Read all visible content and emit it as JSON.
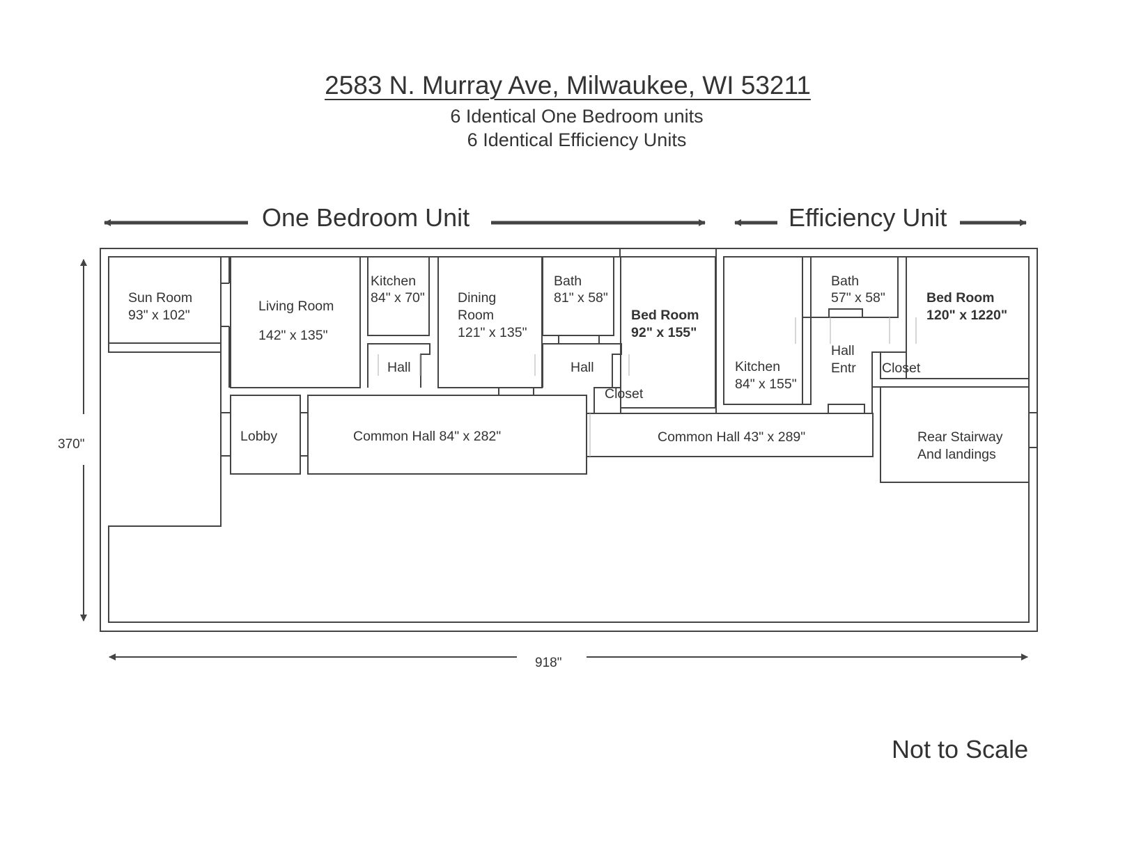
{
  "header": {
    "address": "2583 N. Murray Ave, Milwaukee, WI  53211",
    "line1": "6 Identical One Bedroom units",
    "line2": "6 Identical Efficiency Units"
  },
  "sections": {
    "one_bedroom": "One Bedroom Unit",
    "efficiency": "Efficiency Unit"
  },
  "dimensions": {
    "height": "370\"",
    "width": "918\""
  },
  "rooms": {
    "sun_room": {
      "name": "Sun Room",
      "size": "93\" x 102\""
    },
    "living_room": {
      "name": "Living Room",
      "size": "142\" x 135\""
    },
    "kitchen_1": {
      "name": "Kitchen",
      "size": "84\" x 70\""
    },
    "dining_room": {
      "name1": "Dining",
      "name2": "Room",
      "size": "121\" x 135\""
    },
    "bath_1": {
      "name": "Bath",
      "size": "81\" x 58\""
    },
    "bed_room_1": {
      "name": "Bed Room",
      "size": "92\" x 155\""
    },
    "hall_1": "Hall",
    "hall_2": "Hall",
    "closet_1": "Closet",
    "lobby": "Lobby",
    "common_hall_1": "Common Hall 84\" x 282\"",
    "common_hall_2": "Common Hall 43\" x 289\"",
    "kitchen_2": {
      "name": "Kitchen",
      "size": "84\" x 155\""
    },
    "bath_2": {
      "name": "Bath",
      "size": "57\" x 58\""
    },
    "hall_entr": {
      "name1": "Hall",
      "name2": "Entr"
    },
    "closet_2": "Closet",
    "bed_room_2": {
      "name": "Bed Room",
      "size": "120\" x 1220\""
    },
    "rear_stairway": {
      "line1": "Rear Stairway",
      "line2": "And landings"
    }
  },
  "footer": {
    "note": "Not to Scale"
  }
}
